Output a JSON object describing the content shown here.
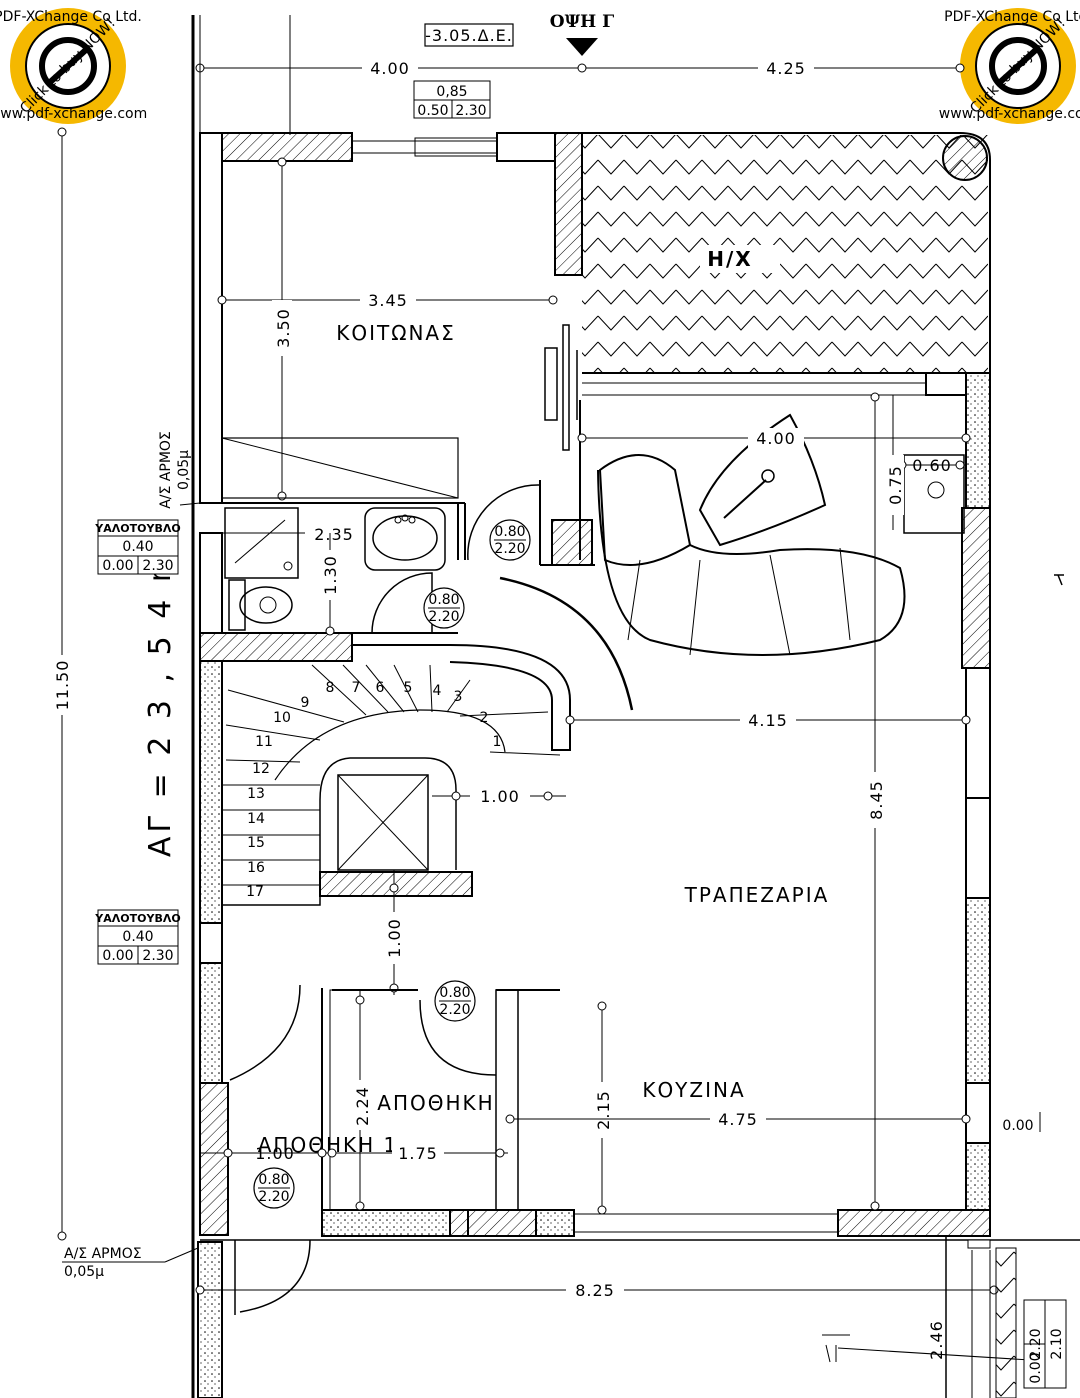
{
  "header": {
    "level_tag": "-3.05.Δ.Ε.",
    "elevation_label": "ΟΨΗ Γ"
  },
  "watermark": {
    "top_text": "PDF-XChange Co Ltd.",
    "middle_text": "Click to buy NOW!",
    "bottom_text": "www.pdf-xchange.com",
    "color": "#f5b800"
  },
  "rooms": {
    "bedroom": "ΚΟΙΤΩΝΑΣ",
    "hx": "Η/Χ",
    "dining": "ΤΡΑΠΕΖΑΡΙΑ",
    "kitchen": "ΚΟΥΖΙΝΑ",
    "storage": "ΑΠΟΘΗΚΗ",
    "storage1": "ΑΠΟΘΗΚΗ 1"
  },
  "area_label": "ΑΓ = 2 3 , 5 4 m²",
  "dimensions": {
    "top_left": "4.00",
    "top_right": "4.25",
    "bedroom_width": "3.45",
    "bedroom_depth": "3.50",
    "wc_width": "2.35",
    "wc_depth": "1.30",
    "fireplace_width": "4.00",
    "fireplace_depth": "0.75",
    "fireplace_side": "0.60",
    "dining_width": "4.15",
    "stair_gap": "1.00",
    "stair_lower_gap": "1.00",
    "dining_depth": "8.45",
    "left_total": "11.50",
    "storage_depth": "2.24",
    "kitchen_depth": "2.15",
    "kitchen_width": "4.75",
    "storage1_width": "1.00",
    "storage_width": "1.75",
    "bottom_total": "8.25",
    "bottom_right": "2.46",
    "floor_level": "0.00"
  },
  "window_top": {
    "w": "0,85",
    "sill": "0.50",
    "h": "2.30"
  },
  "glass_blocks": [
    {
      "title": "ΥΑΛΟΤΟΥΒΛΟ",
      "w": "0.40",
      "sill": "0.00",
      "h": "2.30"
    },
    {
      "title": "ΥΑΛΟΤΟΥΒΛΟ",
      "w": "0.40",
      "sill": "0.00",
      "h": "2.30"
    }
  ],
  "joints": [
    {
      "line1": "Α/Σ ΑΡΜΟΣ",
      "line2": "0,05μ"
    },
    {
      "line1": "Α/Σ ΑΡΜΟΣ",
      "line2": "0,05μ"
    }
  ],
  "doors": [
    {
      "w": "0.80",
      "h": "2.20"
    },
    {
      "w": "0.80",
      "h": "2.20"
    },
    {
      "w": "0.80",
      "h": "2.20"
    },
    {
      "w": "0.80",
      "h": "2.20"
    }
  ],
  "bottom_door": {
    "w": "2.20",
    "sill": "0.00",
    "h": "2.10"
  },
  "stair_numbers": [
    "1",
    "2",
    "3",
    "4",
    "5",
    "6",
    "7",
    "8",
    "9",
    "10",
    "11",
    "12",
    "13",
    "14",
    "15",
    "16",
    "17"
  ]
}
